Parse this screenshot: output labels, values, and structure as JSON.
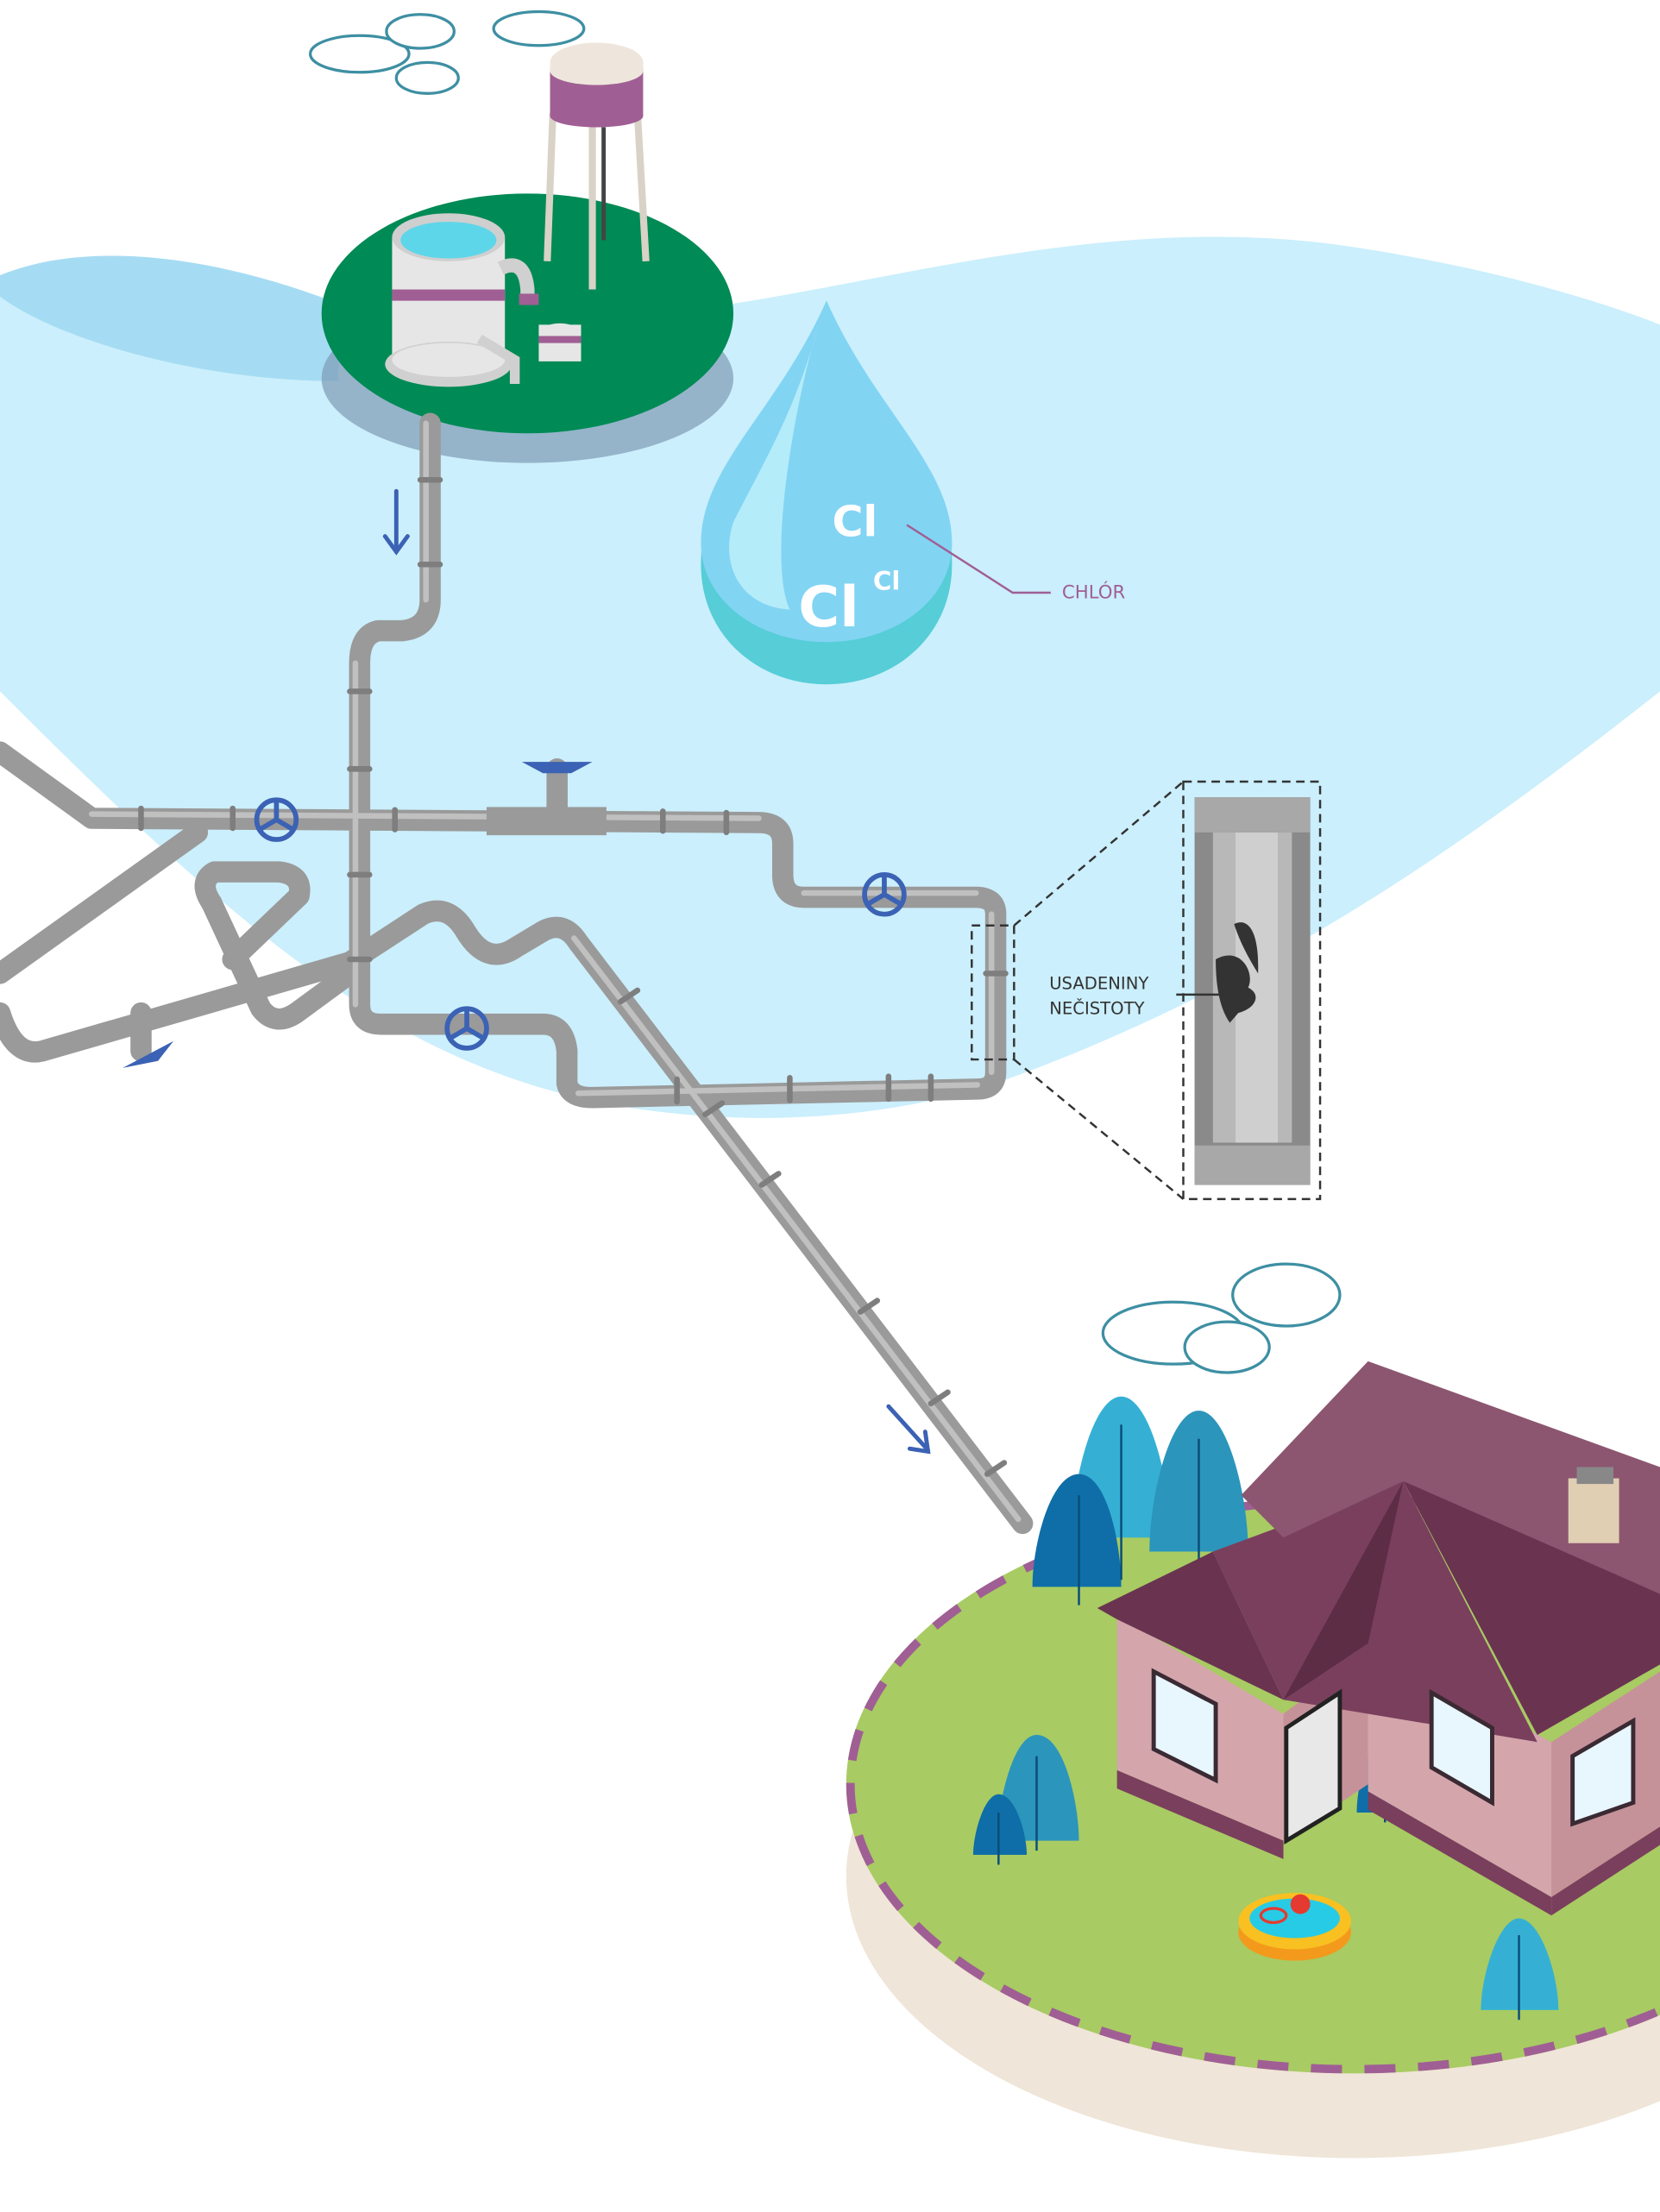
{
  "drop": {
    "symbols": [
      "Cl",
      "Cl",
      "Cl"
    ],
    "label": "CHLÓR"
  },
  "magnifier": {
    "label_line1": "USADENINY",
    "label_line2": "NEČISTOTY"
  },
  "colors": {
    "water_background": "#cbeffc",
    "island_green": "#008a55",
    "pipe": "#a3a3a3",
    "valve": "#3b62b4",
    "accent_purple": "#a05f94",
    "lawn": "#a8cb63",
    "roof": "#8a4f6b",
    "wall": "#d4a6ac"
  }
}
